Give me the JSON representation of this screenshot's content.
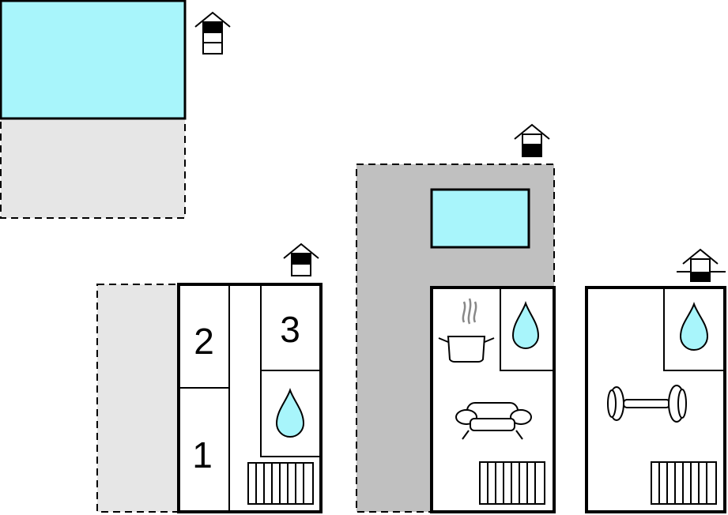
{
  "rooms": {
    "room_1": "1",
    "room_2": "2",
    "room_3": "3"
  },
  "colors": {
    "pool": "#a8f5fb",
    "terrace_light": "#e6e6e6",
    "terrace_dark": "#c0c0c0",
    "walls": "#000000"
  },
  "icons": [
    "house-level-icon",
    "water-drop-icon",
    "cooking-pot-icon",
    "sofa-icon",
    "radiator-icon",
    "dumbbell-icon"
  ]
}
